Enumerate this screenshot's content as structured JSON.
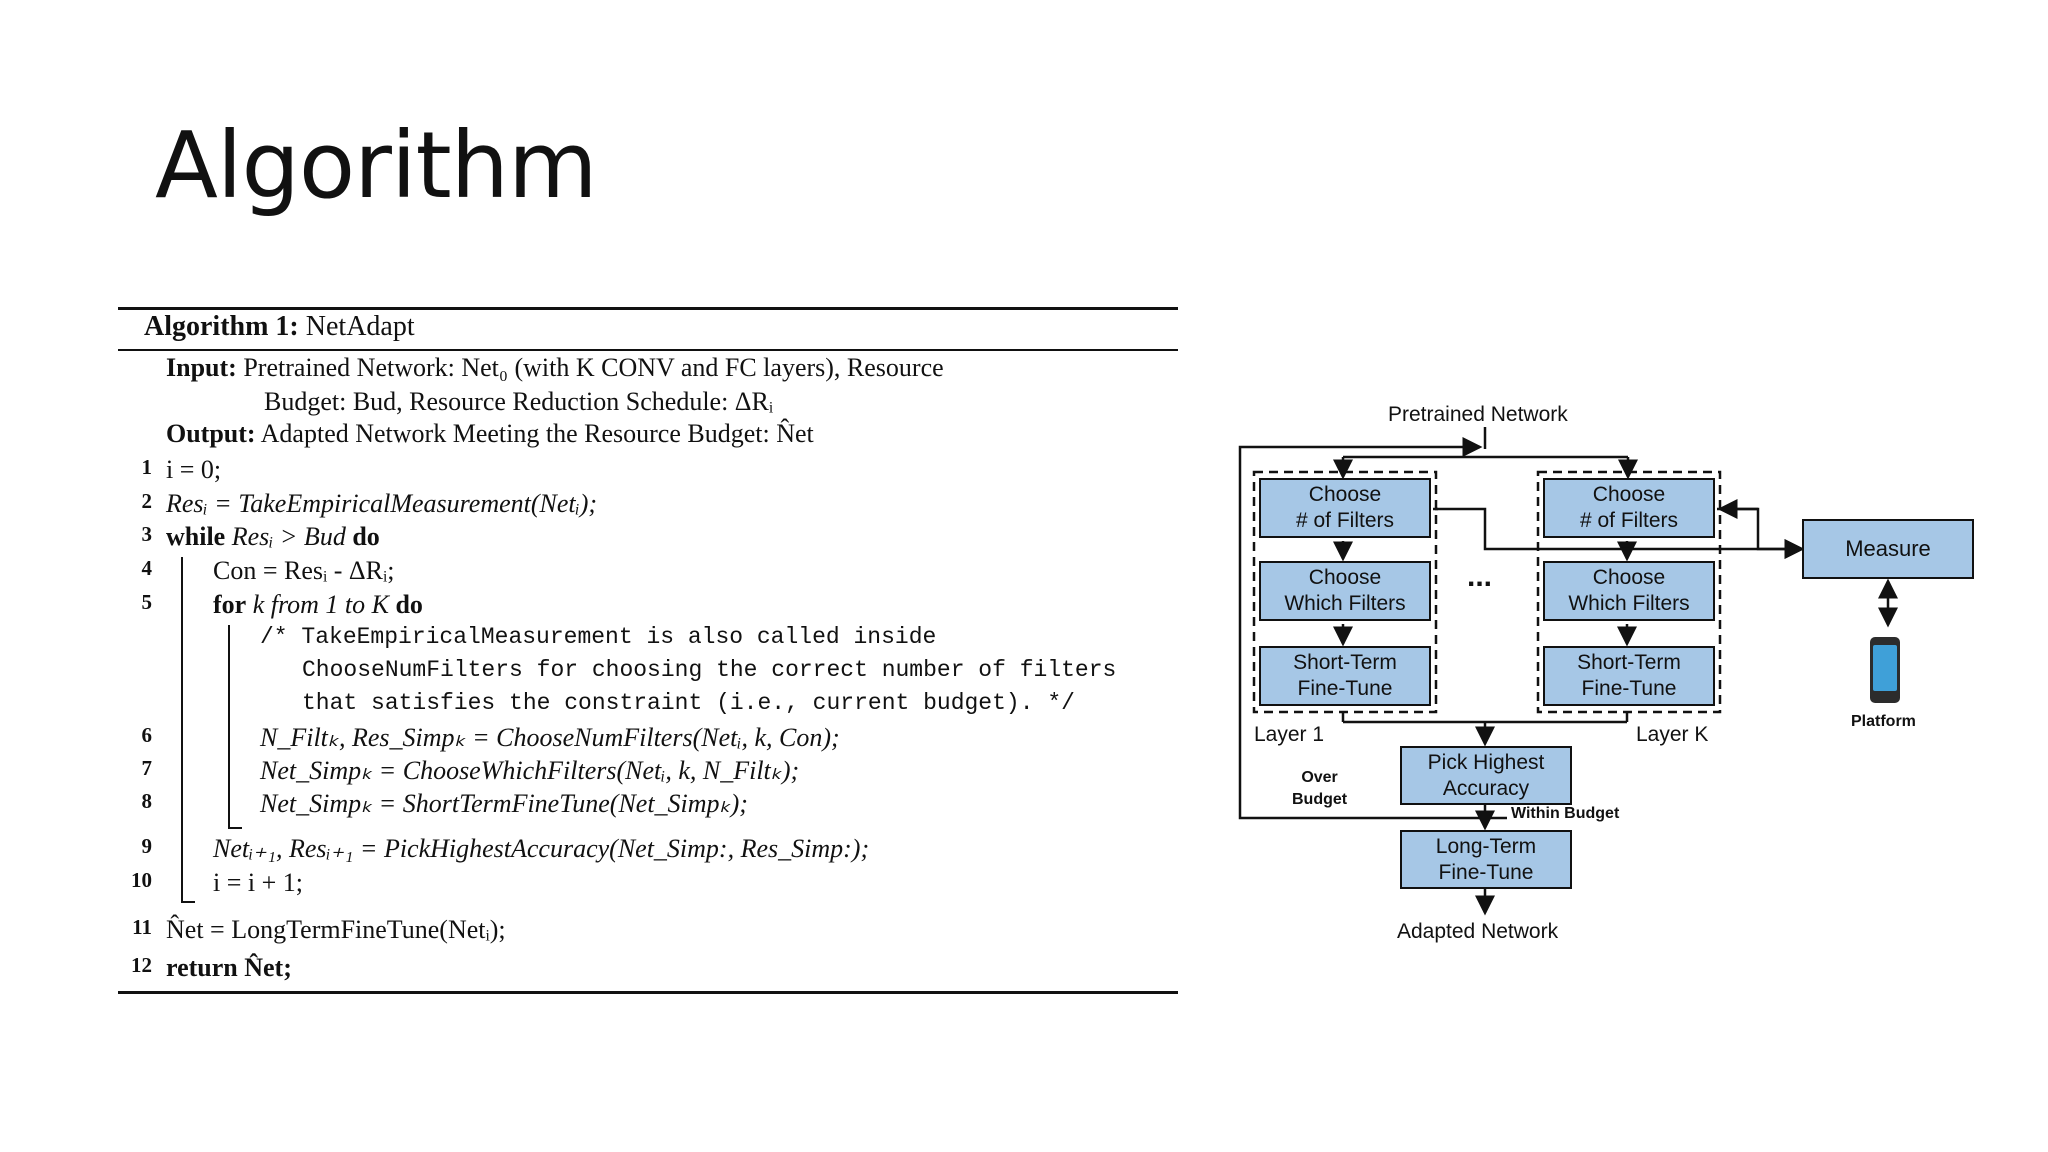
{
  "slide": {
    "title": "Algorithm"
  },
  "algorithm": {
    "caption_bold": "Algorithm 1:",
    "caption_name": "NetAdapt",
    "input_label": "Input:",
    "input_text_1": "Pretrained Network: Net₀ (with K CONV and FC layers), Resource",
    "input_text_2": "Budget: Bud, Resource Reduction Schedule: ΔRᵢ",
    "output_label": "Output:",
    "output_text": "Adapted Network Meeting the Resource Budget: N̂et",
    "lines": [
      {
        "num": "1",
        "text": "i = 0;"
      },
      {
        "num": "2",
        "text": "Resᵢ = TakeEmpiricalMeasurement(Netᵢ);"
      },
      {
        "num": "3",
        "kw_start": "while",
        "text": "Resᵢ > Bud",
        "kw_end": "do"
      },
      {
        "num": "4",
        "text": "Con = Resᵢ - ΔRᵢ;"
      },
      {
        "num": "5",
        "kw_start": "for",
        "text": "k from 1 to K",
        "kw_end": "do"
      },
      {
        "num": "6",
        "text": "N_Filtₖ, Res_Simpₖ = ChooseNumFilters(Netᵢ, k, Con);"
      },
      {
        "num": "7",
        "text": "Net_Simpₖ = ChooseWhichFilters(Netᵢ, k, N_Filtₖ);"
      },
      {
        "num": "8",
        "text": "Net_Simpₖ = ShortTermFineTune(Net_Simpₖ);"
      },
      {
        "num": "9",
        "text": "Netᵢ₊₁, Resᵢ₊₁ = PickHighestAccuracy(Net_Simp:, Res_Simp:);"
      },
      {
        "num": "10",
        "text": "i = i + 1;"
      },
      {
        "num": "11",
        "text": "N̂et = LongTermFineTune(Netᵢ);"
      },
      {
        "num": "12",
        "text": "return N̂et;"
      }
    ],
    "comment_1": "/* TakeEmpiricalMeasurement is also called inside",
    "comment_2": "ChooseNumFilters for choosing the correct number of filters",
    "comment_3": "that satisfies the constraint (i.e., current budget). */"
  },
  "flowchart": {
    "pretrained": "Pretrained Network",
    "choose_num_1": "Choose",
    "choose_num_2": "# of Filters",
    "choose_which_1": "Choose",
    "choose_which_2": "Which Filters",
    "short_term_1": "Short-Term",
    "short_term_2": "Fine-Tune",
    "layer_1": "Layer 1",
    "layer_k": "Layer K",
    "dots": "...",
    "measure": "Measure",
    "platform": "Platform",
    "pick_1": "Pick Highest",
    "pick_2": "Accuracy",
    "over_1": "Over",
    "over_2": "Budget",
    "within": "Within Budget",
    "long_1": "Long-Term",
    "long_2": "Fine-Tune",
    "adapted": "Adapted Network"
  },
  "colors": {
    "box_fill": "#a6c7e6",
    "line": "#111111"
  }
}
